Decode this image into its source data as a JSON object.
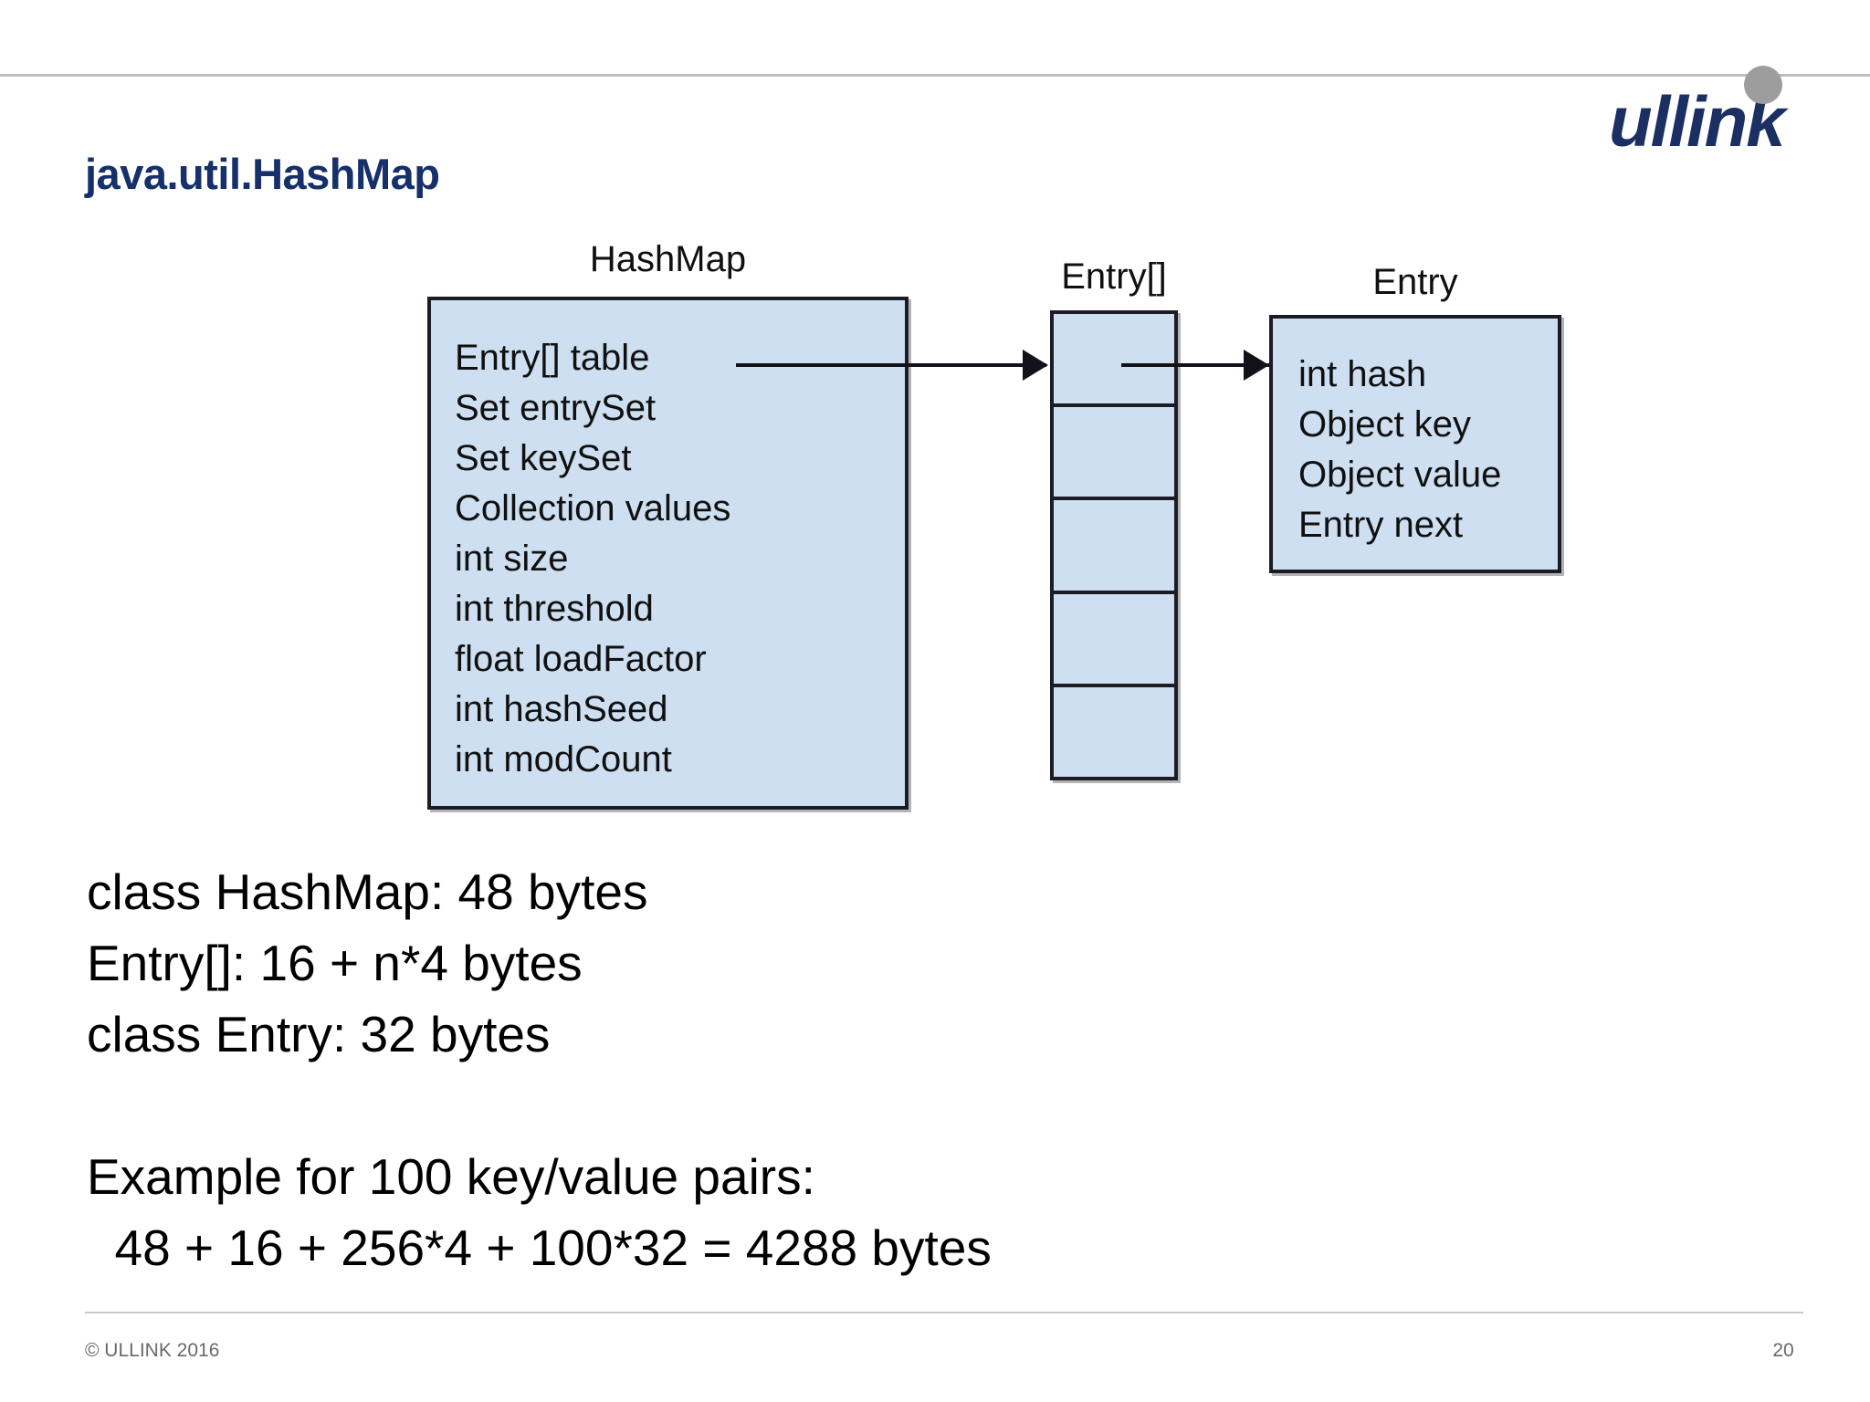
{
  "slide": {
    "title": "java.util.HashMap",
    "page_number": "20",
    "copyright": "© ULLINK 2016",
    "brand": {
      "name": "ullink",
      "color": "#1b2f63",
      "dot_color": "#9d9d9d"
    },
    "title_color": "#16306b"
  },
  "diagram": {
    "box_fill": "#cddff0",
    "box_border": "#1c1c24",
    "hashmap": {
      "label": "HashMap",
      "fields": [
        "Entry[] table",
        "Set entrySet",
        "Set keySet",
        "Collection values",
        "int size",
        "int threshold",
        "float loadFactor",
        "int hashSeed",
        "int modCount"
      ]
    },
    "entry_array": {
      "label": "Entry[]",
      "cell_count": 5
    },
    "entry": {
      "label": "Entry",
      "fields": [
        "int hash",
        "Object key",
        "Object value",
        "Entry next"
      ]
    },
    "arrows": [
      {
        "name": "table-to-array",
        "from": "Entry[] table",
        "to": "Entry[] array cell 0"
      },
      {
        "name": "array-to-entry",
        "from": "Entry[] array cell 0",
        "to": "Entry"
      }
    ]
  },
  "body": {
    "lines": [
      "class HashMap: 48 bytes",
      "Entry[]: 16 + n*4 bytes",
      "class Entry: 32 bytes",
      "",
      "Example for 100 key/value pairs:",
      "  48 + 16 + 256*4 + 100*32 = 4288 bytes"
    ]
  }
}
